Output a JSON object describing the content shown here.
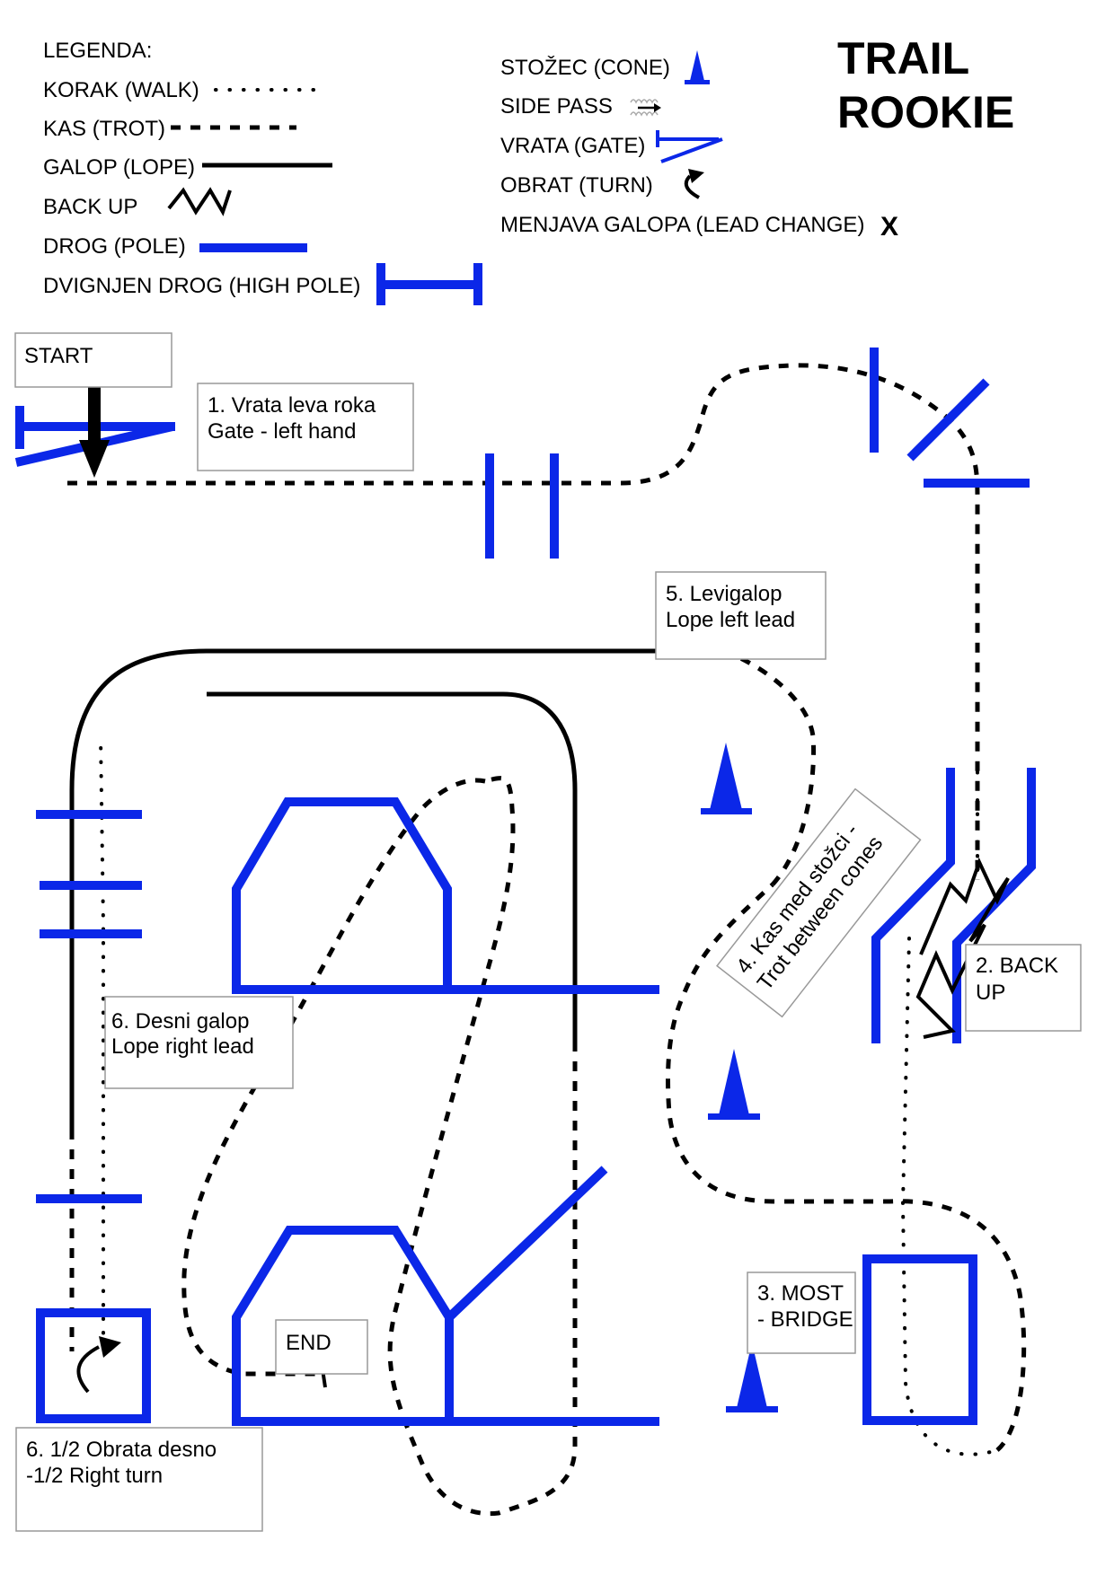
{
  "legend": {
    "heading": "LEGENDA:",
    "walk": "KORAK (WALK)",
    "trot": "KAS (TROT)",
    "lope": "GALOP (LOPE)",
    "back_up": "BACK UP",
    "pole": "DROG (POLE)",
    "high_pole": "DVIGNJEN DROG (HIGH POLE)",
    "cone": "STOŽEC (CONE)",
    "side_pass": "SIDE PASS",
    "gate": "VRATA (GATE)",
    "turn": "OBRAT (TURN)",
    "lead_change": "MENJAVA GALOPA (LEAD CHANGE)",
    "lead_change_symbol": "X"
  },
  "title": {
    "line1": "TRAIL",
    "line2": "ROOKIE"
  },
  "labels": {
    "start": "START",
    "gate_line1": "1. Vrata leva roka",
    "gate_line2": "Gate -  left hand",
    "backup_line1": "2. BACK",
    "backup_line2": "UP",
    "bridge_line1": "3. MOST",
    "bridge_line2": "- BRIDGE",
    "cones_line1": "4. Kas med stožci -",
    "cones_line2": "Trot between cones",
    "lope_left_line1": "5. Levigalop",
    "lope_left_line2": "Lope left lead",
    "lope_right_line1": "6. Desni galop",
    "lope_right_line2": "Lope right lead",
    "turn_line1": "6. 1/2 Obrata desno",
    "turn_line2": "-1/2 Right turn",
    "end": "END"
  },
  "colors": {
    "obstacle_blue": "#0b27e8",
    "line_black": "#000000"
  }
}
